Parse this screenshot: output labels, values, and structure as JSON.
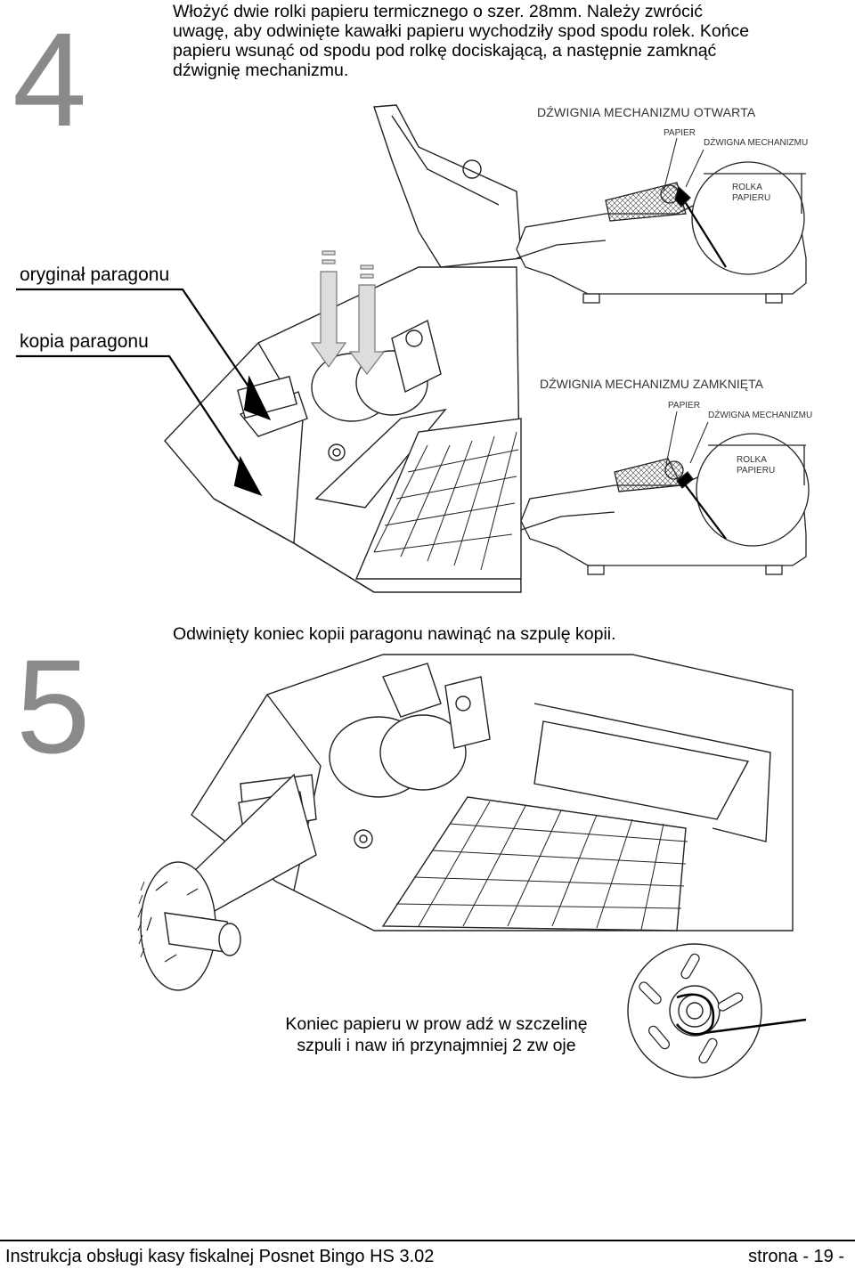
{
  "step4": {
    "number": "4",
    "instructions": [
      "Włożyć dwie rolki papieru termicznego o szer. 28mm. Należy zwrócić",
      "uwagę, aby odwinięte kawałki papieru wychodziły spod spodu rolek. Końce",
      "papieru wsunąć od spodu pod rolkę dociskającą, a  następnie zamknąć",
      "dźwignię mechanizmu."
    ],
    "side_labels": {
      "original": "oryginał paragonu",
      "copy": "kopia paragonu"
    },
    "diagram_open": {
      "title": "DŹWIGNIA MECHANIZMU OTWARTA",
      "paper": "PAPIER",
      "lever": "DŹWIGNA MECHANIZMU",
      "roll_line1": "ROLKA",
      "roll_line2": "PAPIERU"
    },
    "diagram_closed": {
      "title": "DŹWIGNIA MECHANIZMU ZAMKNIĘTA",
      "paper": "PAPIER",
      "lever": "DŹWIGNA MECHANIZMU",
      "roll_line1": "ROLKA",
      "roll_line2": "PAPIERU"
    }
  },
  "step5": {
    "number": "5",
    "instruction": "Odwinięty koniec kopii paragonu nawinąć na szpulę kopii.",
    "caption_line1": "Koniec papieru w prow adź w  szczelinę",
    "caption_line2": "szpuli i naw iń przynajmniej 2 zw oje"
  },
  "footer": {
    "left": "Instrukcja obsługi kasy fiskalnej Posnet Bingo HS 3.02",
    "right": "strona  - 19 -"
  }
}
